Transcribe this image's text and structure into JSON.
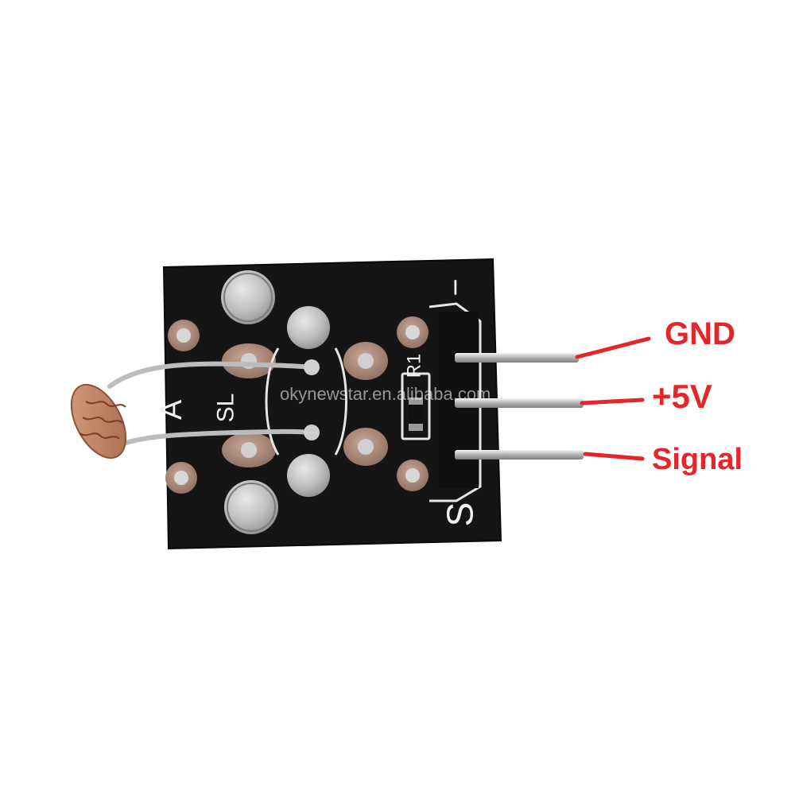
{
  "pin_labels": {
    "gnd": "GND",
    "vcc": "+5V",
    "signal": "Signal"
  },
  "silkscreen": {
    "minus": "−",
    "s": "S",
    "a": "A",
    "sl": "SL",
    "r1": "R1"
  },
  "watermark": "okynewstar.en.alibaba.com",
  "colors": {
    "label_red": "#e3262a",
    "pcb_black": "#141414",
    "photoresistor": "#c98a6a",
    "pad_silver": "#b9b9b9"
  }
}
